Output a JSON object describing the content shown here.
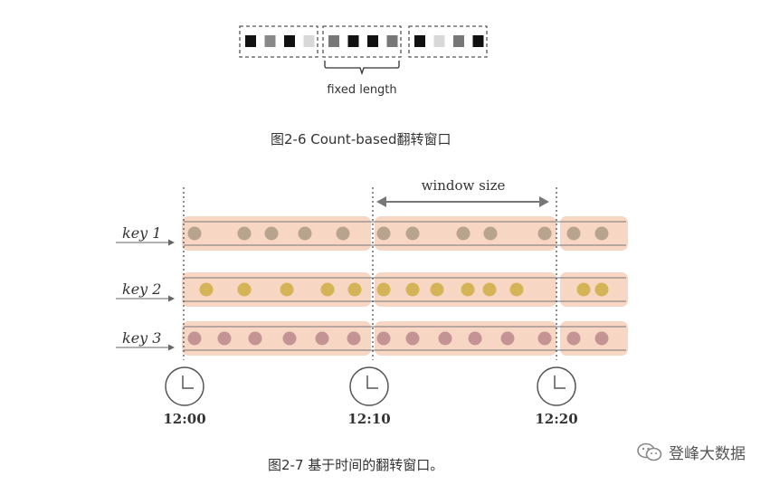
{
  "figure_count": {
    "groups": [
      [
        "#111111",
        "#888888",
        "#111111",
        "#d8d8d8"
      ],
      [
        "#777777",
        "#111111",
        "#111111",
        "#777777"
      ],
      [
        "#111111",
        "#d8d8d8",
        "#777777",
        "#111111"
      ]
    ],
    "fixed_label": "fixed length",
    "caption": "图2-6 Count-based翻转窗口"
  },
  "figure_time": {
    "window_label": "window size",
    "keys": [
      {
        "label": "key 1",
        "color": "#b8a48e",
        "dots": [
          215,
          270,
          300,
          337,
          379,
          424,
          456,
          512,
          542,
          602,
          634,
          665
        ]
      },
      {
        "label": "key 2",
        "color": "#d4b456",
        "dots": [
          228,
          270,
          317,
          362,
          392,
          424,
          456,
          483,
          517,
          541,
          571,
          645,
          665
        ]
      },
      {
        "label": "key 3",
        "color": "#c49494",
        "dots": [
          215,
          248,
          282,
          320,
          356,
          391,
          424,
          456,
          492,
          525,
          561,
          602,
          634,
          665
        ]
      }
    ],
    "times": [
      "12:00",
      "12:10",
      "12:20"
    ],
    "caption": "图2-7  基于时间的翻转窗口。"
  },
  "watermark": {
    "text": "登峰大数据",
    "icon": "wechat-icon"
  },
  "colors": {
    "window_fill": "#f7d6c4",
    "line": "#888888"
  }
}
